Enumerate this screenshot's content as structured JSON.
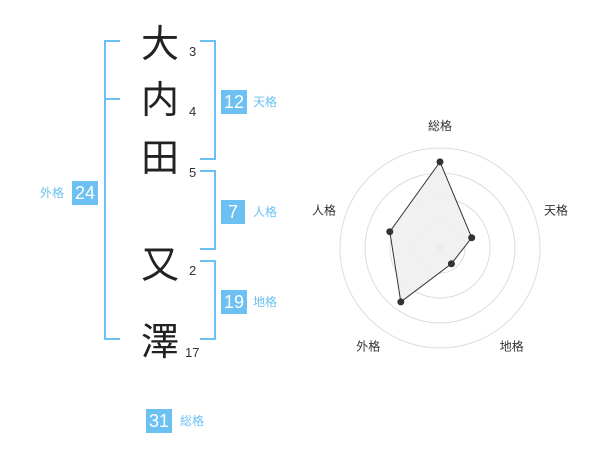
{
  "name": {
    "chars": [
      {
        "char": "大",
        "strokes": "3"
      },
      {
        "char": "内",
        "strokes": "4"
      },
      {
        "char": "田",
        "strokes": "5"
      },
      {
        "char": "又",
        "strokes": "2"
      },
      {
        "char": "澤",
        "strokes": "17"
      }
    ]
  },
  "scores": {
    "tenkaku": {
      "value": "12",
      "label": "天格"
    },
    "jinkaku": {
      "value": "7",
      "label": "人格"
    },
    "chikaku": {
      "value": "19",
      "label": "地格"
    },
    "gaikaku": {
      "value": "24",
      "label": "外格"
    },
    "soukaku": {
      "value": "31",
      "label": "総格"
    }
  },
  "colors": {
    "accent": "#6cc0f2",
    "radar_fill": "#f0f0f0",
    "radar_line": "#333333",
    "grid": "#dddddd"
  },
  "chart_data": {
    "type": "radar",
    "axes": [
      "総格",
      "天格",
      "地格",
      "外格",
      "人格"
    ],
    "values": [
      31,
      12,
      7,
      24,
      19
    ],
    "max": 36,
    "rings": 4
  }
}
